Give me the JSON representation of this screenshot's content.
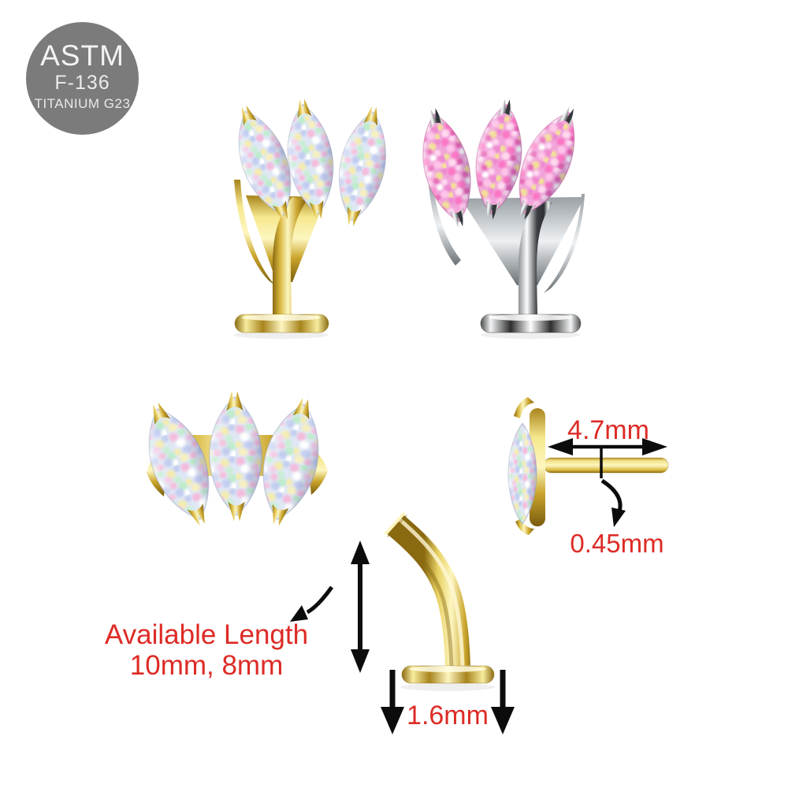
{
  "badge": {
    "standard": "ASTM",
    "grade": "F-136",
    "material": "TITANIUM G23"
  },
  "labels": {
    "post_length": "4.7mm",
    "pin_diameter": "0.45mm",
    "available_length_title": "Available Length",
    "available_length_values": "10mm, 8mm",
    "base_disc_width": "1.6mm"
  },
  "colors": {
    "badge_bg": "#7b7b7b",
    "annotation_red": "#dd2b26",
    "arrow_black": "#0c0c0c",
    "gold": "#d4af37",
    "silver": "#c0c3c7",
    "opal_white": "#dfe7f5",
    "opal_pink": "#f1a3da"
  }
}
